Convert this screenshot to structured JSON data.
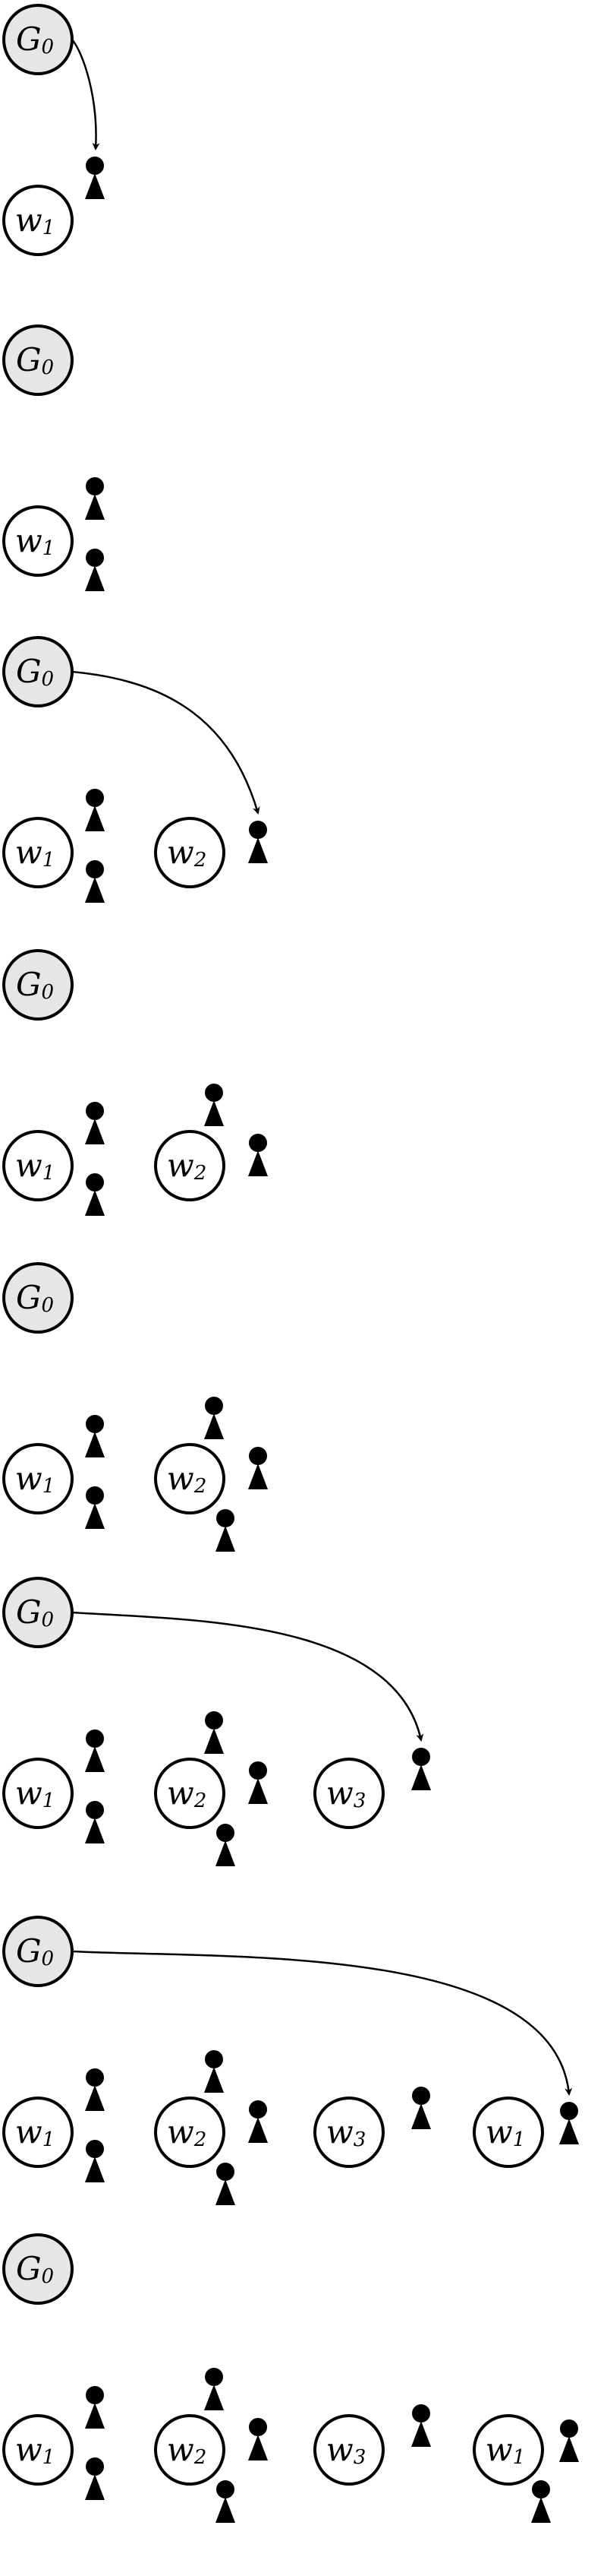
{
  "colors": {
    "g_fill": "#e6e6e6",
    "w_fill": "#ffffff",
    "stroke": "#000000",
    "person": "#000000"
  },
  "labels": {
    "g": "G",
    "g_sub": "0",
    "w1": "w",
    "w1_sub": "1",
    "w2": "w",
    "w2_sub": "2",
    "w3": "w",
    "w3_sub": "3"
  },
  "icons": {
    "person": "person-icon",
    "arrow": "arrow-icon"
  },
  "panels": [
    {
      "id": "step-1",
      "nodes": [
        "g",
        "w1"
      ],
      "people": [
        "w1-upper"
      ],
      "arrow": "w1"
    },
    {
      "id": "step-2",
      "nodes": [
        "g",
        "w1"
      ],
      "people": [
        "w1-upper",
        "w1-lower"
      ],
      "arrow": null
    },
    {
      "id": "step-3",
      "nodes": [
        "g",
        "w1",
        "w2"
      ],
      "people": [
        "w1-upper",
        "w1-lower",
        "w2-right"
      ],
      "arrow": "w2"
    },
    {
      "id": "step-4",
      "nodes": [
        "g",
        "w1",
        "w2"
      ],
      "people": [
        "w1-upper",
        "w1-lower",
        "w2-top",
        "w2-right"
      ],
      "arrow": null
    },
    {
      "id": "step-5",
      "nodes": [
        "g",
        "w1",
        "w2"
      ],
      "people": [
        "w1-upper",
        "w1-lower",
        "w2-top",
        "w2-right",
        "w2-bottom"
      ],
      "arrow": null
    },
    {
      "id": "step-6",
      "nodes": [
        "g",
        "w1",
        "w2",
        "w3"
      ],
      "people": [
        "w1-upper",
        "w1-lower",
        "w2-top",
        "w2-right",
        "w2-bottom",
        "w3-right"
      ],
      "arrow": "w3"
    },
    {
      "id": "step-7",
      "nodes": [
        "g",
        "w1",
        "w2",
        "w3",
        "w1b"
      ],
      "people": [
        "w1-upper",
        "w1-lower",
        "w2-top",
        "w2-right",
        "w2-bottom",
        "w3-right",
        "w1b-right"
      ],
      "arrow": "w1b"
    },
    {
      "id": "step-8",
      "nodes": [
        "g",
        "w1",
        "w2",
        "w3",
        "w1b"
      ],
      "people": [
        "w1-upper",
        "w1-lower",
        "w2-top",
        "w2-right",
        "w2-bottom",
        "w3-right",
        "w1b-right",
        "w1b-bottom"
      ],
      "arrow": null
    }
  ]
}
